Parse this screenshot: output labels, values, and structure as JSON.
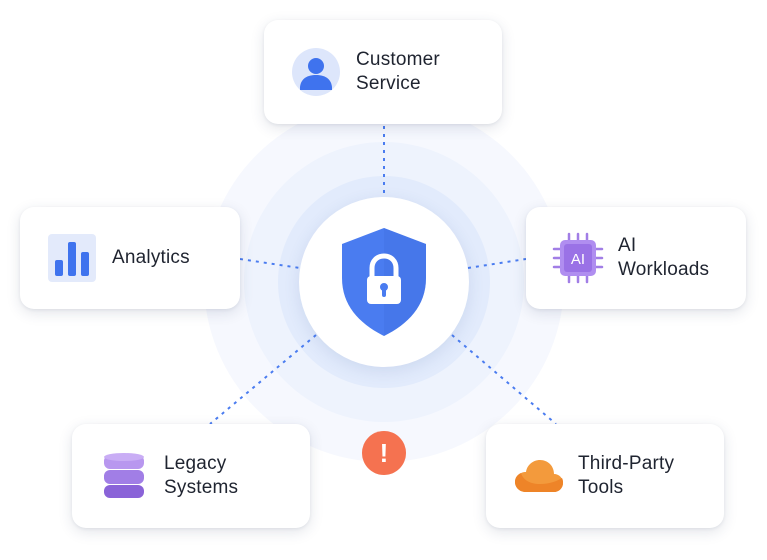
{
  "hub": {
    "icon": "shield-lock-icon",
    "color": "#4a7cf0"
  },
  "nodes": {
    "customer_service": {
      "line1": "Customer",
      "line2": "Service",
      "icon": "user-icon"
    },
    "analytics": {
      "line1": "Analytics",
      "icon": "bar-chart-icon"
    },
    "ai_workloads": {
      "line1": "AI",
      "line2": "Workloads",
      "icon": "ai-chip-icon",
      "chip_text": "AI"
    },
    "legacy_systems": {
      "line1": "Legacy",
      "line2": "Systems",
      "icon": "database-icon"
    },
    "third_party_tools": {
      "line1": "Third-Party",
      "line2": "Tools",
      "icon": "cloud-icon"
    }
  },
  "alert": {
    "icon": "exclamation-icon",
    "symbol": "!",
    "color": "#f0664a"
  },
  "colors": {
    "connector": "#4a7cf0",
    "ring": "#e9effc"
  }
}
